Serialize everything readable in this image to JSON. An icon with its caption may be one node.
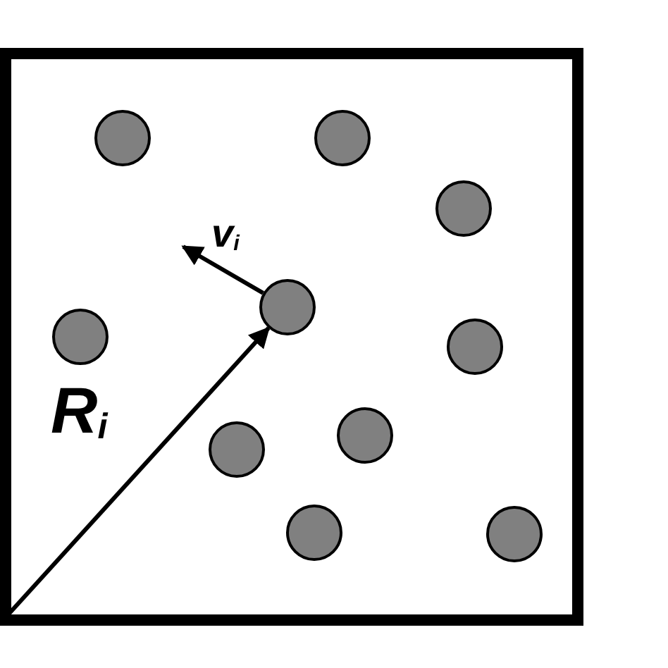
{
  "diagram": {
    "nodes": [
      {
        "text": [],
        "shape": "box"
      },
      {
        "text": [],
        "shape": "circle",
        "in": 0
      },
      {
        "text": [],
        "shape": "circle",
        "in": 0
      },
      {
        "text": [],
        "shape": "circle",
        "in": 0
      },
      {
        "text": [],
        "shape": "circle",
        "in": 0
      },
      {
        "text": [],
        "shape": "circle",
        "in": 0
      },
      {
        "text": [],
        "shape": "circle",
        "in": 0
      },
      {
        "text": [],
        "shape": "circle",
        "in": 0
      },
      {
        "text": [],
        "shape": "circle",
        "in": 0
      },
      {
        "text": [],
        "shape": "circle",
        "in": 0
      },
      {
        "text": [],
        "shape": "circle",
        "in": 0
      }
    ],
    "edges": [
      {
        "from": null,
        "to": 5,
        "arrow": "to",
        "label": "R$_{i}$"
      },
      {
        "from": 5,
        "to": null,
        "arrow": "to",
        "label": "v$_{i}$"
      }
    ]
  }
}
